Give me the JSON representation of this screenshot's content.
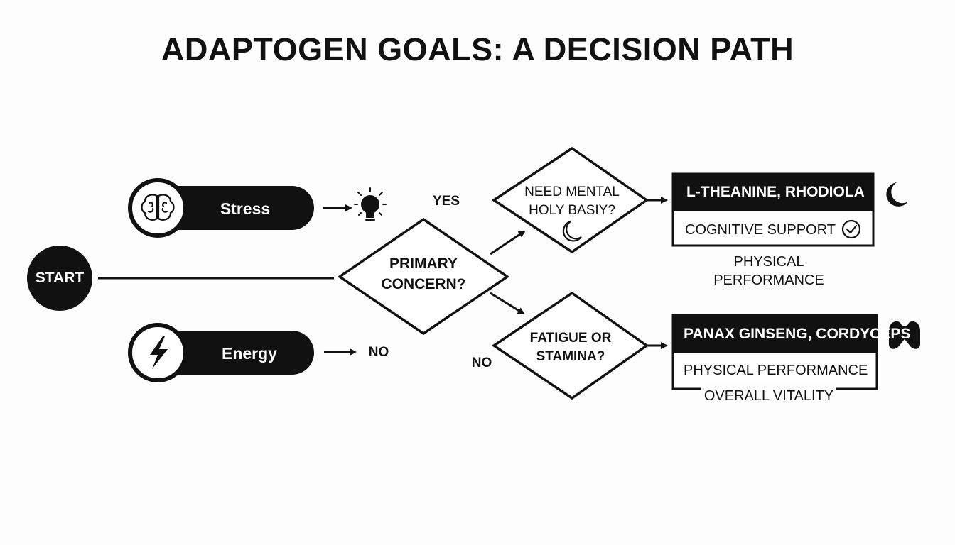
{
  "title": "ADAPTOGEN GOALS: A DECISION PATH",
  "nodes": {
    "start": "START",
    "stress": "Stress",
    "energy": "Energy",
    "primary_line1": "PRIMARY",
    "primary_line2": "CONCERN?",
    "mental_line1": "NEED MENTAL",
    "mental_line2": "HOLY BASIY?",
    "fatigue_line1": "FATIGUE OR",
    "fatigue_line2": "STAMINA?"
  },
  "edge_labels": {
    "yes": "YES",
    "no_energy": "NO",
    "no_fatigue": "NO"
  },
  "outcomes": {
    "mental": {
      "header": "L-THEANINE, RHODIOLA",
      "sub": "COGNITIVE SUPPORT",
      "note_line1": "PHYSICAL",
      "note_line2": "PERFORMANCE"
    },
    "physical": {
      "header": "PANAX GINSENG, CORDYCEPS",
      "sub": "PHYSICAL PERFORMANCE",
      "note": "OVERALL VITALITY"
    }
  },
  "icons": [
    "brain-icon",
    "lightning-icon",
    "lightbulb-icon",
    "moon-icon",
    "check-circle-icon",
    "muscle-icon"
  ],
  "colors": {
    "ink": "#111111",
    "background": "#fdfdfd"
  }
}
